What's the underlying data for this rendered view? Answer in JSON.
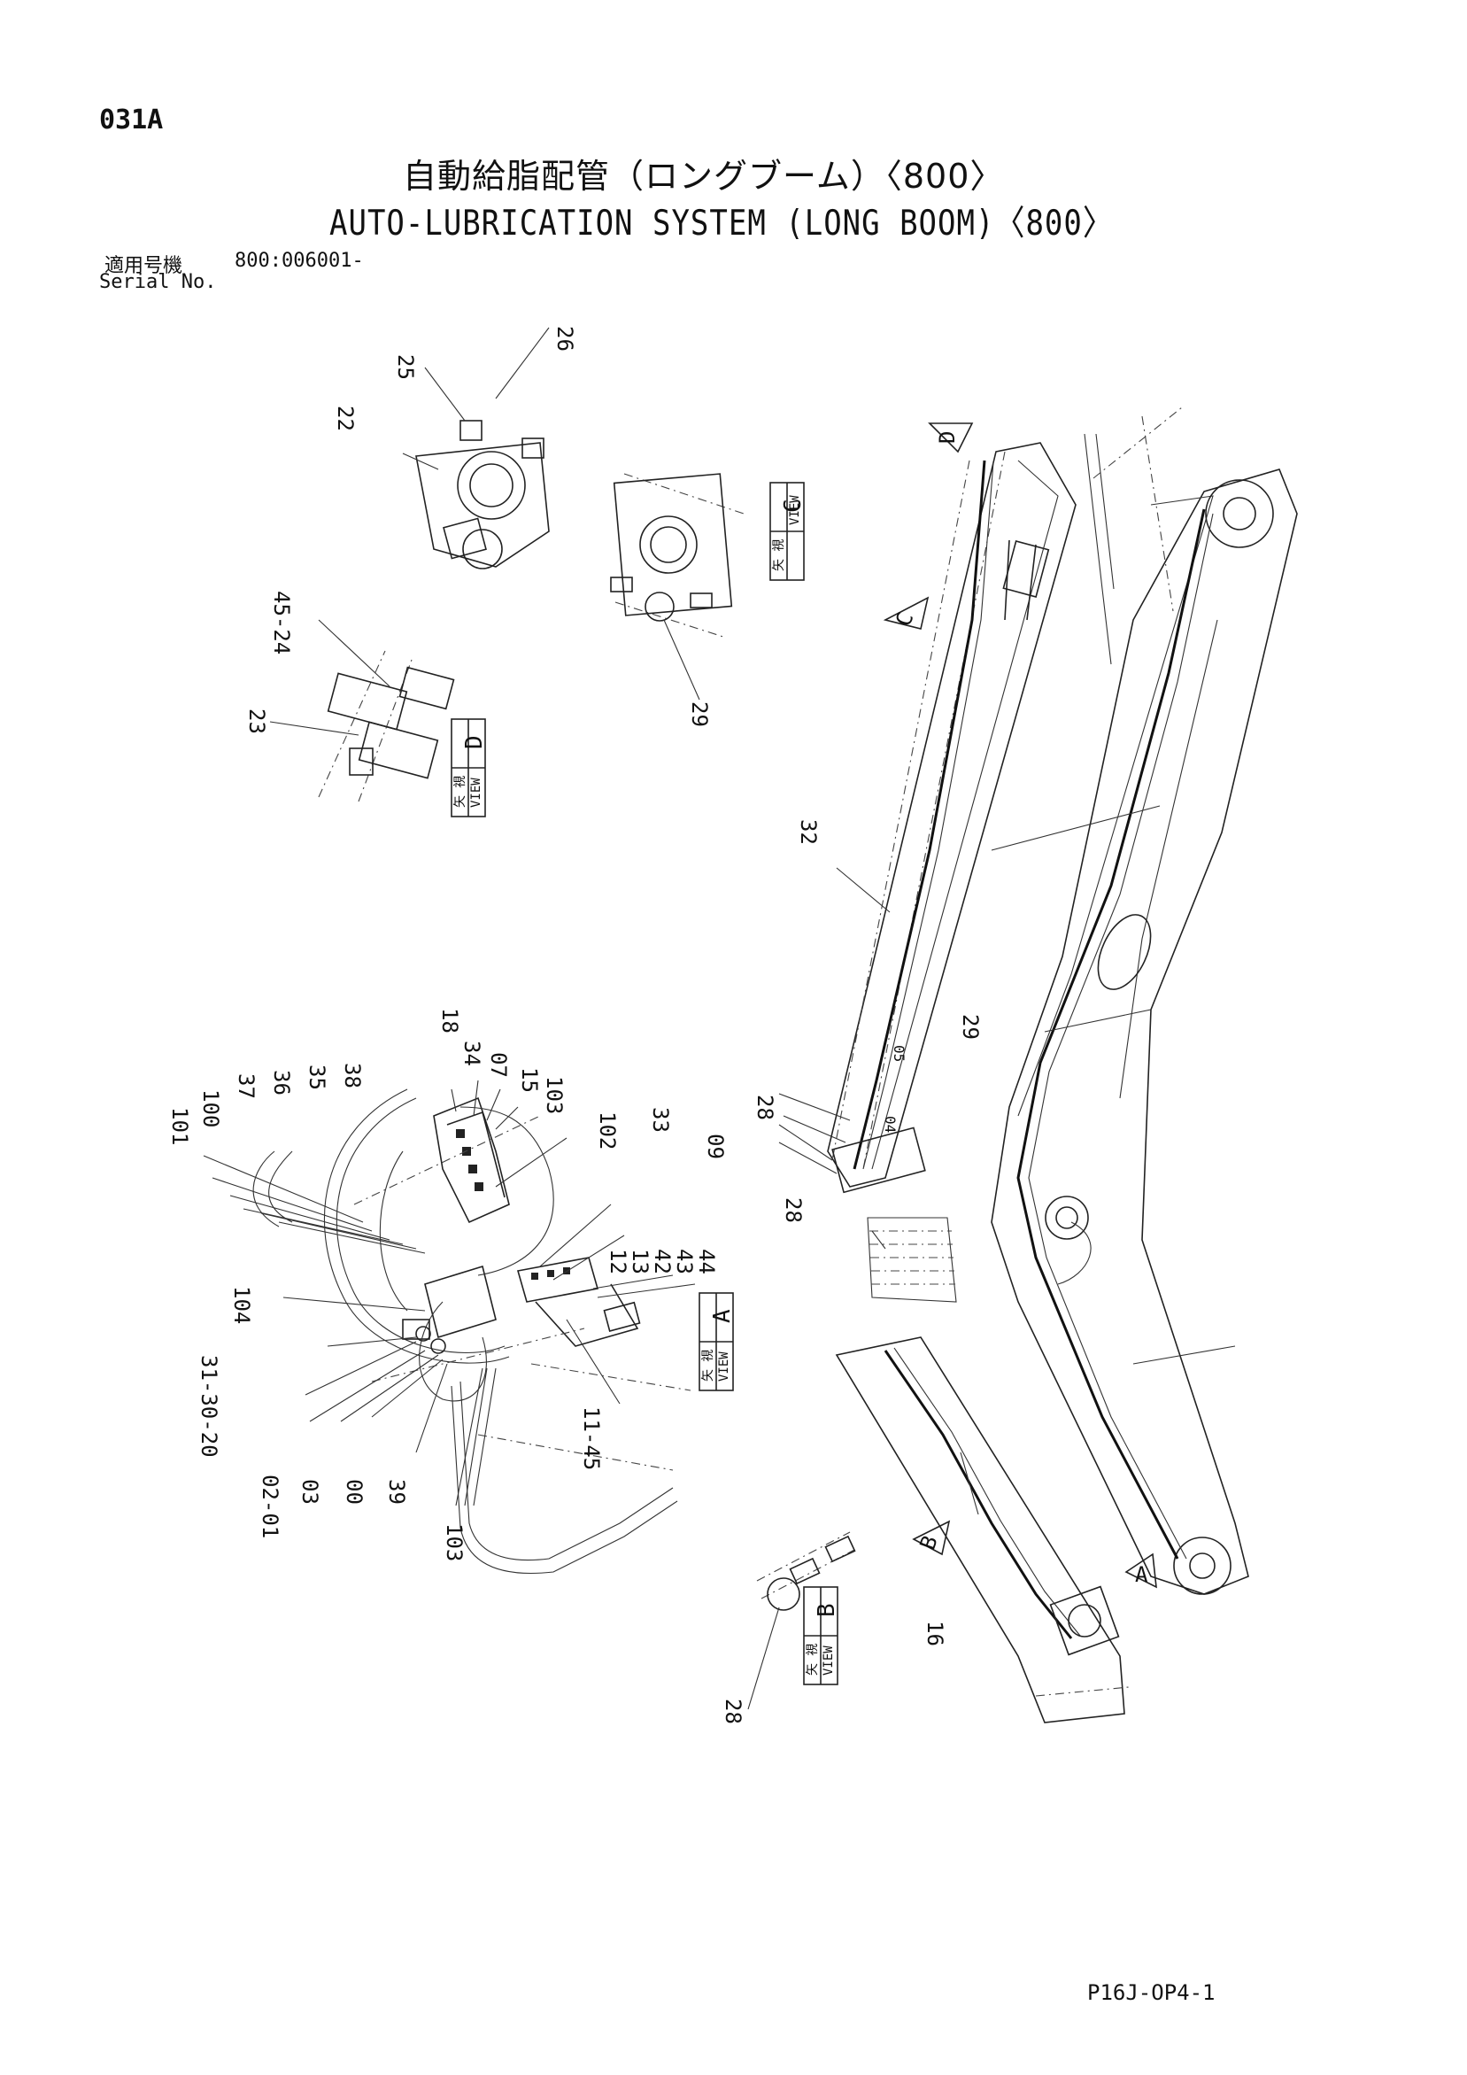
{
  "header": {
    "page_code": "031A",
    "title_jp": "自動給脂配管（ロングブーム）〈800〉",
    "title_en": "AUTO-LUBRICATION SYSTEM (LONG BOOM)〈800〉",
    "serial_label_jp": "適用号機",
    "serial_value": "800:006001-",
    "serial_label_en": "Serial No."
  },
  "footer": {
    "doc_code": "P16J-OP4-1"
  },
  "views": [
    {
      "letter": "A",
      "label_jp": "矢 視",
      "label_en": "VIEW"
    },
    {
      "letter": "B",
      "label_jp": "矢 視",
      "label_en": "VIEW"
    },
    {
      "letter": "C",
      "label_jp": "矢 視",
      "label_en": "VIEW"
    },
    {
      "letter": "D",
      "label_jp": "矢 視",
      "label_en": "VIEW"
    }
  ],
  "arrow_marks": [
    "A",
    "B",
    "C",
    "D"
  ],
  "callouts": [
    "25",
    "26",
    "22",
    "45-24",
    "23",
    "29",
    "32",
    "28",
    "29",
    "04",
    "05",
    "28",
    "101",
    "100",
    "37",
    "36",
    "35",
    "38",
    "18",
    "34",
    "07",
    "15",
    "103",
    "102",
    "33",
    "09",
    "12",
    "13",
    "42",
    "43",
    "44",
    "104",
    "31-30-20",
    "02-01",
    "03",
    "00",
    "39",
    "103",
    "11-45",
    "28",
    "16"
  ]
}
